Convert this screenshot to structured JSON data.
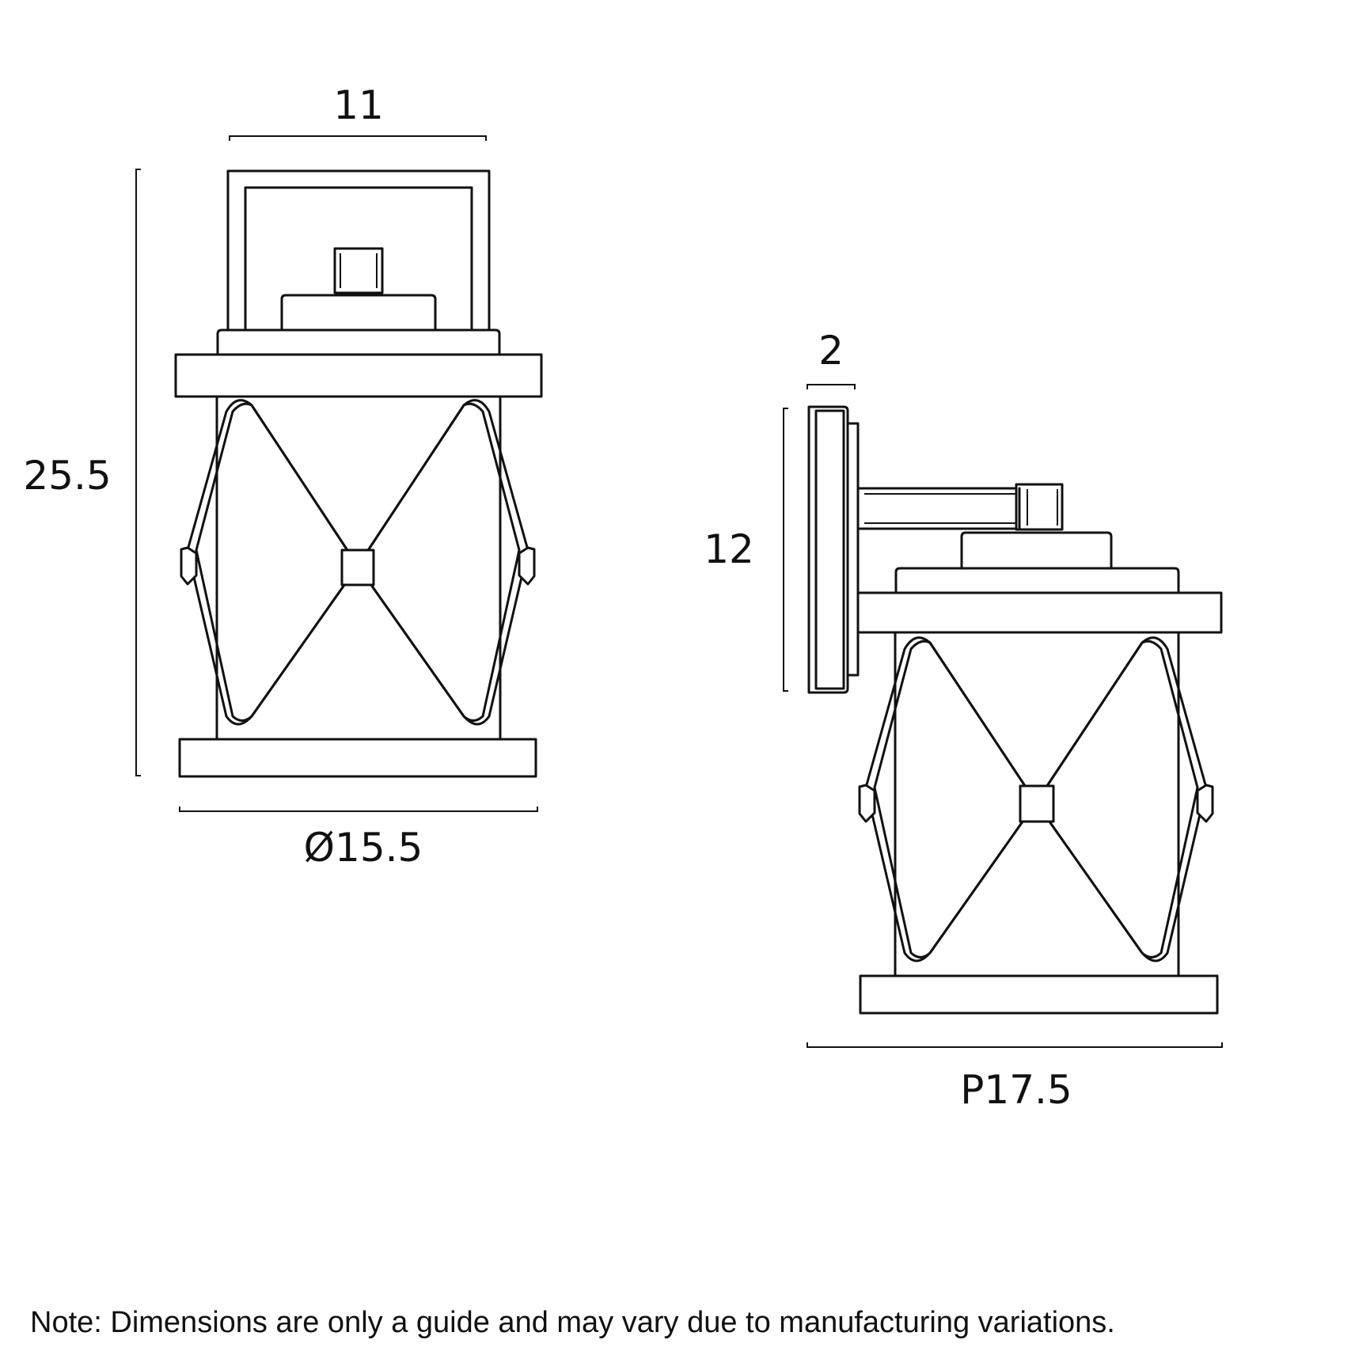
{
  "dimensions": {
    "top_width": "11",
    "height": "25.5",
    "diameter": "Ø15.5",
    "backplate_depth": "2",
    "backplate_height": "12",
    "projection": "P17.5"
  },
  "note": "Note: Dimensions are only a guide and may vary due to manufacturing variations.",
  "colors": {
    "line": "#111111",
    "background": "#ffffff"
  }
}
